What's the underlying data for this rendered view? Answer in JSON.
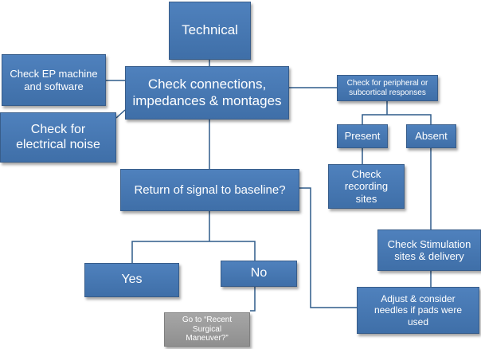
{
  "colors": {
    "box_fill": "#4f81bd",
    "box_border": "#385d8a",
    "gray_fill": "#9c9c9c",
    "connector": "#2f5b8a"
  },
  "nodes": {
    "technical": "Technical",
    "check_ep": "Check EP machine and software",
    "check_connections": "Check connections, impedances &  montages",
    "check_noise": "Check for electrical noise",
    "check_peripheral": "Check for peripheral or subcortical  responses",
    "present": "Present",
    "absent": "Absent",
    "check_recording": "Check recording sites",
    "return_signal": "Return of signal to baseline?",
    "check_stimulation": "Check Stimulation sites & delivery",
    "yes": "Yes",
    "no": "No",
    "adjust": "Adjust & consider needles if pads were used",
    "go_recent": "Go to “Recent Surgical Maneuver?”"
  }
}
